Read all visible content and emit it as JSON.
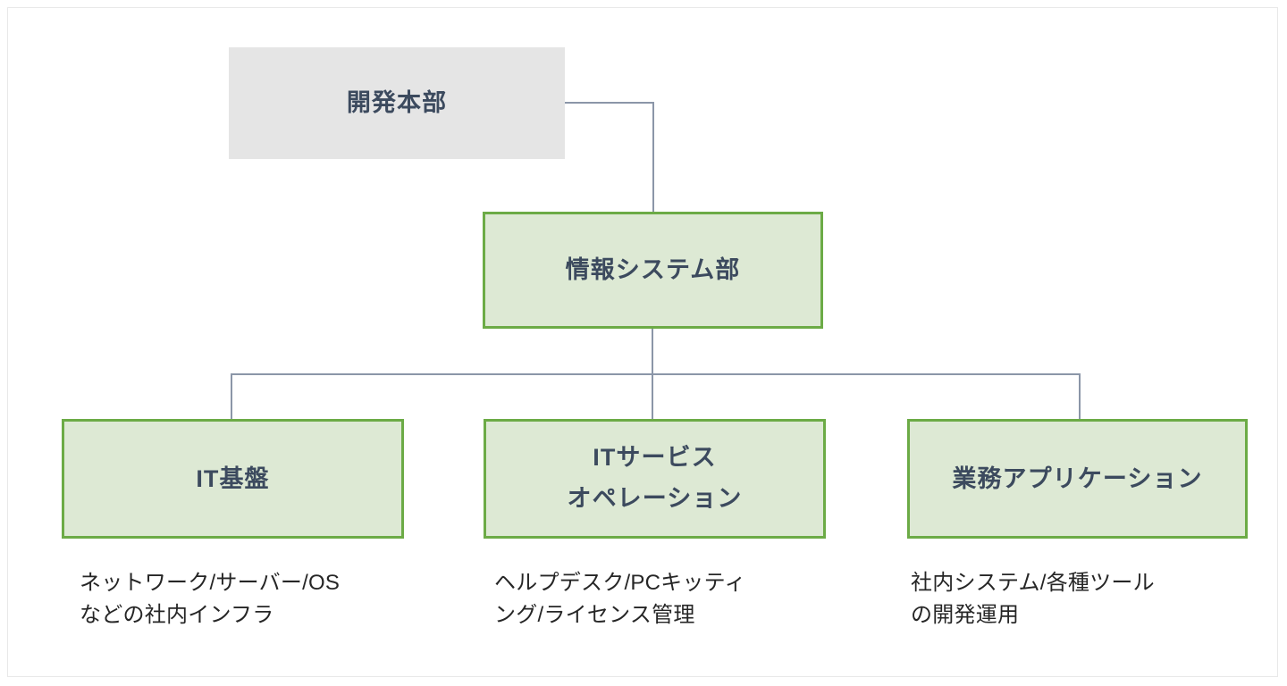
{
  "diagram": {
    "type": "org-chart",
    "title_text": "",
    "colors": {
      "root_fill": "#e5e5e5",
      "node_fill": "#dde9d4",
      "node_border": "#6cab46",
      "node_text": "#3c4a5e",
      "connector": "#8b96a8",
      "caption_text": "#262626",
      "frame_border": "#e8e8e8",
      "background": "#ffffff"
    },
    "nodes": {
      "root": {
        "label": "開発本部",
        "level": 1
      },
      "department": {
        "label": "情報システム部",
        "level": 2
      },
      "teams": [
        {
          "label_line1": "IT基盤",
          "label_line2": "",
          "caption_line1": "ネットワーク/サーバー/OS",
          "caption_line2": "などの社内インフラ",
          "level": 3
        },
        {
          "label_line1": "ITサービス",
          "label_line2": "オペレーション",
          "caption_line1": "ヘルプデスク/PCキッティ",
          "caption_line2": "ング/ライセンス管理",
          "level": 3
        },
        {
          "label_line1": "業務アプリケーション",
          "label_line2": "",
          "caption_line1": "社内システム/各種ツール",
          "caption_line2": "の開発運用",
          "level": 3
        }
      ]
    },
    "edges": [
      {
        "from": "開発本部",
        "to": "情報システム部"
      },
      {
        "from": "情報システム部",
        "to": "IT基盤"
      },
      {
        "from": "情報システム部",
        "to": "ITサービスオペレーション"
      },
      {
        "from": "情報システム部",
        "to": "業務アプリケーション"
      }
    ]
  }
}
